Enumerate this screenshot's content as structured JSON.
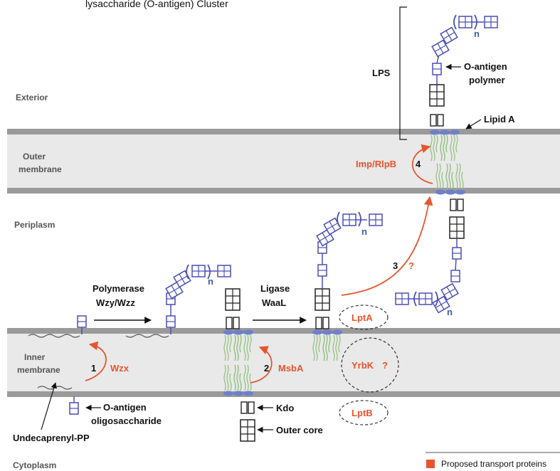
{
  "header_text": "lysaccharide (O-antigen) Cluster",
  "regions": {
    "exterior": "Exterior",
    "outer_membrane_1": "Outer",
    "outer_membrane_2": "membrane",
    "periplasm": "Periplasm",
    "inner_membrane_1": "Inner",
    "inner_membrane_2": "membrane",
    "cytoplasm": "Cytoplasm"
  },
  "labels": {
    "lps": "LPS",
    "o_antigen_polymer_1": "O-antigen",
    "o_antigen_polymer_2": "polymer",
    "lipid_a": "Lipid A",
    "polymerase_1": "Polymerase",
    "polymerase_2": "Wzy/Wzz",
    "ligase_1": "Ligase",
    "ligase_2": "WaaL",
    "o_antigen_oligo_1": "O-antigen",
    "o_antigen_oligo_2": "oligosaccharide",
    "undecaprenyl": "Undecaprenyl-PP",
    "kdo": "Kdo",
    "outer_core": "Outer core",
    "n": "n"
  },
  "steps": {
    "s1": "1",
    "s2": "2",
    "s3": "3",
    "s4": "4",
    "q": "?"
  },
  "proteins": {
    "wzx": "Wzx",
    "msba": "MsbA",
    "lpta": "LptA",
    "yrbk": "YrbK",
    "lptb": "LptB",
    "imp": "Imp/RlpB"
  },
  "legend": {
    "label": "Proposed transport proteins"
  },
  "colors": {
    "protein": "#e8542d",
    "sugar": "#4a4fb5",
    "lipid": "#8fbf7a",
    "membrane_fill": "#e9e9e9",
    "membrane_edge": "#9a9a9a",
    "lipid_head": "#6f7fc9"
  }
}
